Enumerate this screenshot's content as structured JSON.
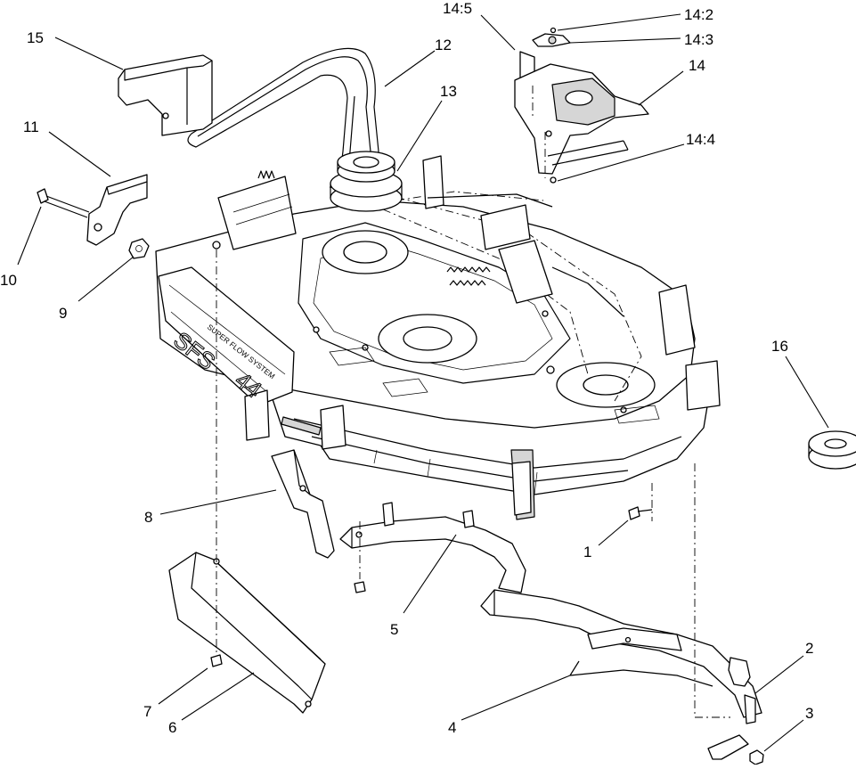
{
  "callouts": {
    "c1": "1",
    "c2": "2",
    "c3": "3",
    "c4": "4",
    "c5": "5",
    "c6": "6",
    "c7": "7",
    "c8": "8",
    "c9": "9",
    "c10": "10",
    "c11": "11",
    "c12": "12",
    "c13": "13",
    "c14": "14",
    "c14_2": "14:2",
    "c14_3": "14:3",
    "c14_4": "14:4",
    "c14_5": "14:5",
    "c15": "15",
    "c16": "16"
  },
  "deck_decal": {
    "brand": "SFS",
    "size": "44",
    "banner": "SUPER FLOW SYSTEM"
  }
}
